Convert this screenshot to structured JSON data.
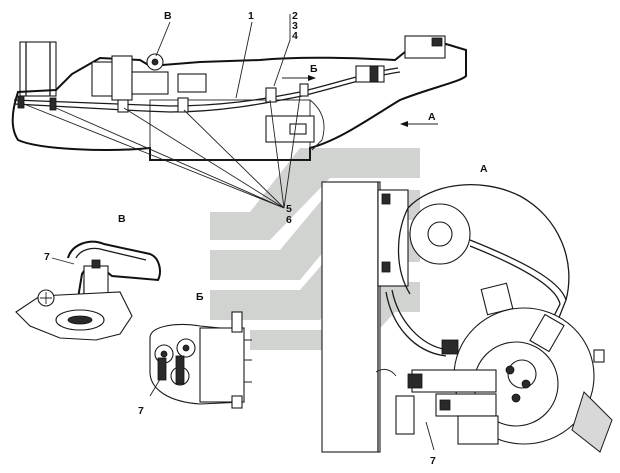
{
  "labels": {
    "view_b_top": "В",
    "part_1": "1",
    "part_2": "2",
    "part_3": "3",
    "part_4": "4",
    "view_b_arrow": "Б",
    "view_a_arrow": "А",
    "part_5": "5",
    "part_6": "6",
    "view_a_title": "А",
    "view_v_title": "В",
    "part_7_view_v": "7",
    "view_b_title": "Б",
    "part_7_view_b": "7",
    "part_7_view_a": "7"
  },
  "colors": {
    "line": "#1a1a1a",
    "watermark": "#c9ccc9"
  }
}
